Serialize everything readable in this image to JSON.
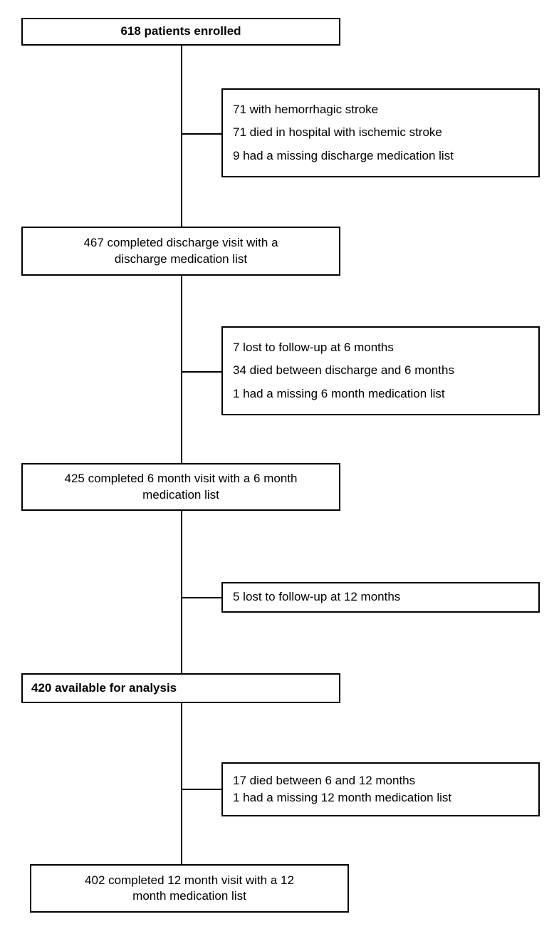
{
  "diagram": {
    "type": "participant-flow-diagram",
    "nodes": [
      {
        "id": "enrolled",
        "role": "primary",
        "emphasis": "bold",
        "align": "center",
        "lines": [
          "618 patients enrolled"
        ],
        "count": 618
      },
      {
        "id": "exclusions-1",
        "role": "exclusion",
        "emphasis": "normal",
        "align": "left",
        "lines": [
          "71 with hemorrhagic stroke",
          "71 died in hospital with ischemic stroke",
          "9 had a missing discharge medication list"
        ],
        "counts": [
          71,
          71,
          9
        ]
      },
      {
        "id": "discharge-visit",
        "role": "primary",
        "emphasis": "normal",
        "align": "center",
        "lines": [
          "467 completed discharge visit with a",
          "discharge medication list"
        ],
        "count": 467
      },
      {
        "id": "exclusions-2",
        "role": "exclusion",
        "emphasis": "normal",
        "align": "left",
        "lines": [
          "7 lost to follow-up at 6 months",
          "34 died between discharge and 6 months",
          "1 had a missing 6 month medication list"
        ],
        "counts": [
          7,
          34,
          1
        ]
      },
      {
        "id": "six-month-visit",
        "role": "primary",
        "emphasis": "normal",
        "align": "center",
        "lines": [
          "425 completed 6 month visit with a 6 month",
          "medication list"
        ],
        "count": 425
      },
      {
        "id": "exclusions-3",
        "role": "exclusion",
        "emphasis": "normal",
        "align": "left",
        "lines": [
          "5 lost to follow-up at 12 months"
        ],
        "counts": [
          5
        ]
      },
      {
        "id": "available-analysis",
        "role": "primary",
        "emphasis": "bold",
        "align": "left",
        "lines": [
          "420 available for analysis"
        ],
        "count": 420
      },
      {
        "id": "exclusions-4",
        "role": "exclusion",
        "emphasis": "normal",
        "align": "left",
        "lines": [
          "17 died between 6 and 12 months",
          "1 had a missing 12 month medication list"
        ],
        "counts": [
          17,
          1
        ]
      },
      {
        "id": "twelve-month-visit",
        "role": "primary",
        "emphasis": "normal",
        "align": "center",
        "lines": [
          "402 completed 12 month visit with a 12",
          "month medication list"
        ],
        "count": 402
      }
    ],
    "colors": {
      "border": "#000000",
      "background": "#ffffff",
      "text": "#000000"
    }
  }
}
